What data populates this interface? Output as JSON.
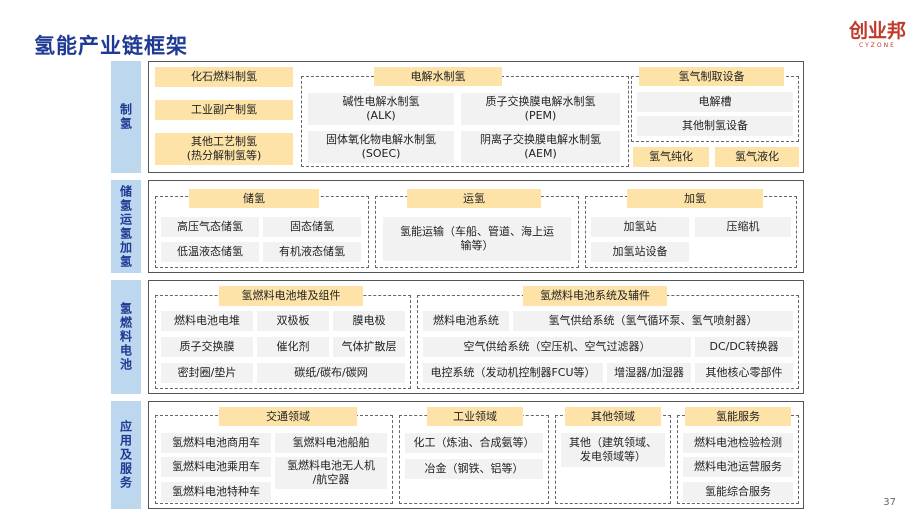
{
  "page": {
    "title": "氢能产业链框架",
    "logo_cn": "创业邦",
    "logo_en": "CYZONE",
    "page_number": "37"
  },
  "rows": {
    "production": {
      "label": "制氢",
      "left": [
        "化石燃料制氢",
        "工业副产制氢",
        "其他工艺制氢\n(热分解制氢等)"
      ],
      "electrolysis": {
        "header": "电解水制氢",
        "items": [
          "碱性电解水制氢\n(ALK)",
          "质子交换膜电解水制氢\n(PEM)",
          "固体氧化物电解水制氢\n(SOEC)",
          "阴离子交换膜电解水制氢\n(AEM)"
        ]
      },
      "equipment": {
        "header": "氢气制取设备",
        "items": [
          "电解槽",
          "其他制氢设备"
        ]
      },
      "extras": [
        "氢气纯化",
        "氢气液化"
      ]
    },
    "storage": {
      "label": "储氢运氢加氢",
      "storage": {
        "header": "储氢",
        "items": [
          "高压气态储氢",
          "固态储氢",
          "低温液态储氢",
          "有机液态储氢"
        ]
      },
      "transport": {
        "header": "运氢",
        "items": [
          "氢能运输（车船、管道、海上运\n输等）"
        ]
      },
      "refuel": {
        "header": "加氢",
        "items": [
          "加氢站",
          "压缩机",
          "加氢站设备"
        ]
      }
    },
    "fuelcell": {
      "label": "氢燃料电池",
      "stack": {
        "header": "氢燃料电池堆及组件",
        "items": [
          "燃料电池电堆",
          "双极板",
          "膜电极",
          "质子交换膜",
          "催化剂",
          "气体扩散层",
          "密封圈/垫片",
          "碳纸/碳布/碳网"
        ]
      },
      "system": {
        "header": "氢燃料电池系统及辅件",
        "items": [
          "燃料电池系统",
          "氢气供给系统（氢气循环泵、氢气喷射器）",
          "空气供给系统（空压机、空气过滤器）",
          "DC/DC转换器",
          "电控系统（发动机控制器FCU等）",
          "增湿器/加湿器",
          "其他核心零部件"
        ]
      }
    },
    "application": {
      "label": "应用及服务",
      "transport": {
        "header": "交通领域",
        "items": [
          "氢燃料电池商用车",
          "氢燃料电池船舶",
          "氢燃料电池乘用车",
          "氢燃料电池无人机\n/航空器",
          "氢燃料电池特种车"
        ]
      },
      "industry": {
        "header": "工业领域",
        "items": [
          "化工（炼油、合成氨等）",
          "冶金（钢铁、铝等）"
        ]
      },
      "other": {
        "header": "其他领域",
        "items": [
          "其他（建筑领域、\n发电领域等）"
        ]
      },
      "service": {
        "header": "氢能服务",
        "items": [
          "燃料电池检验检测",
          "燃料电池运营服务",
          "氢能综合服务"
        ]
      }
    }
  }
}
